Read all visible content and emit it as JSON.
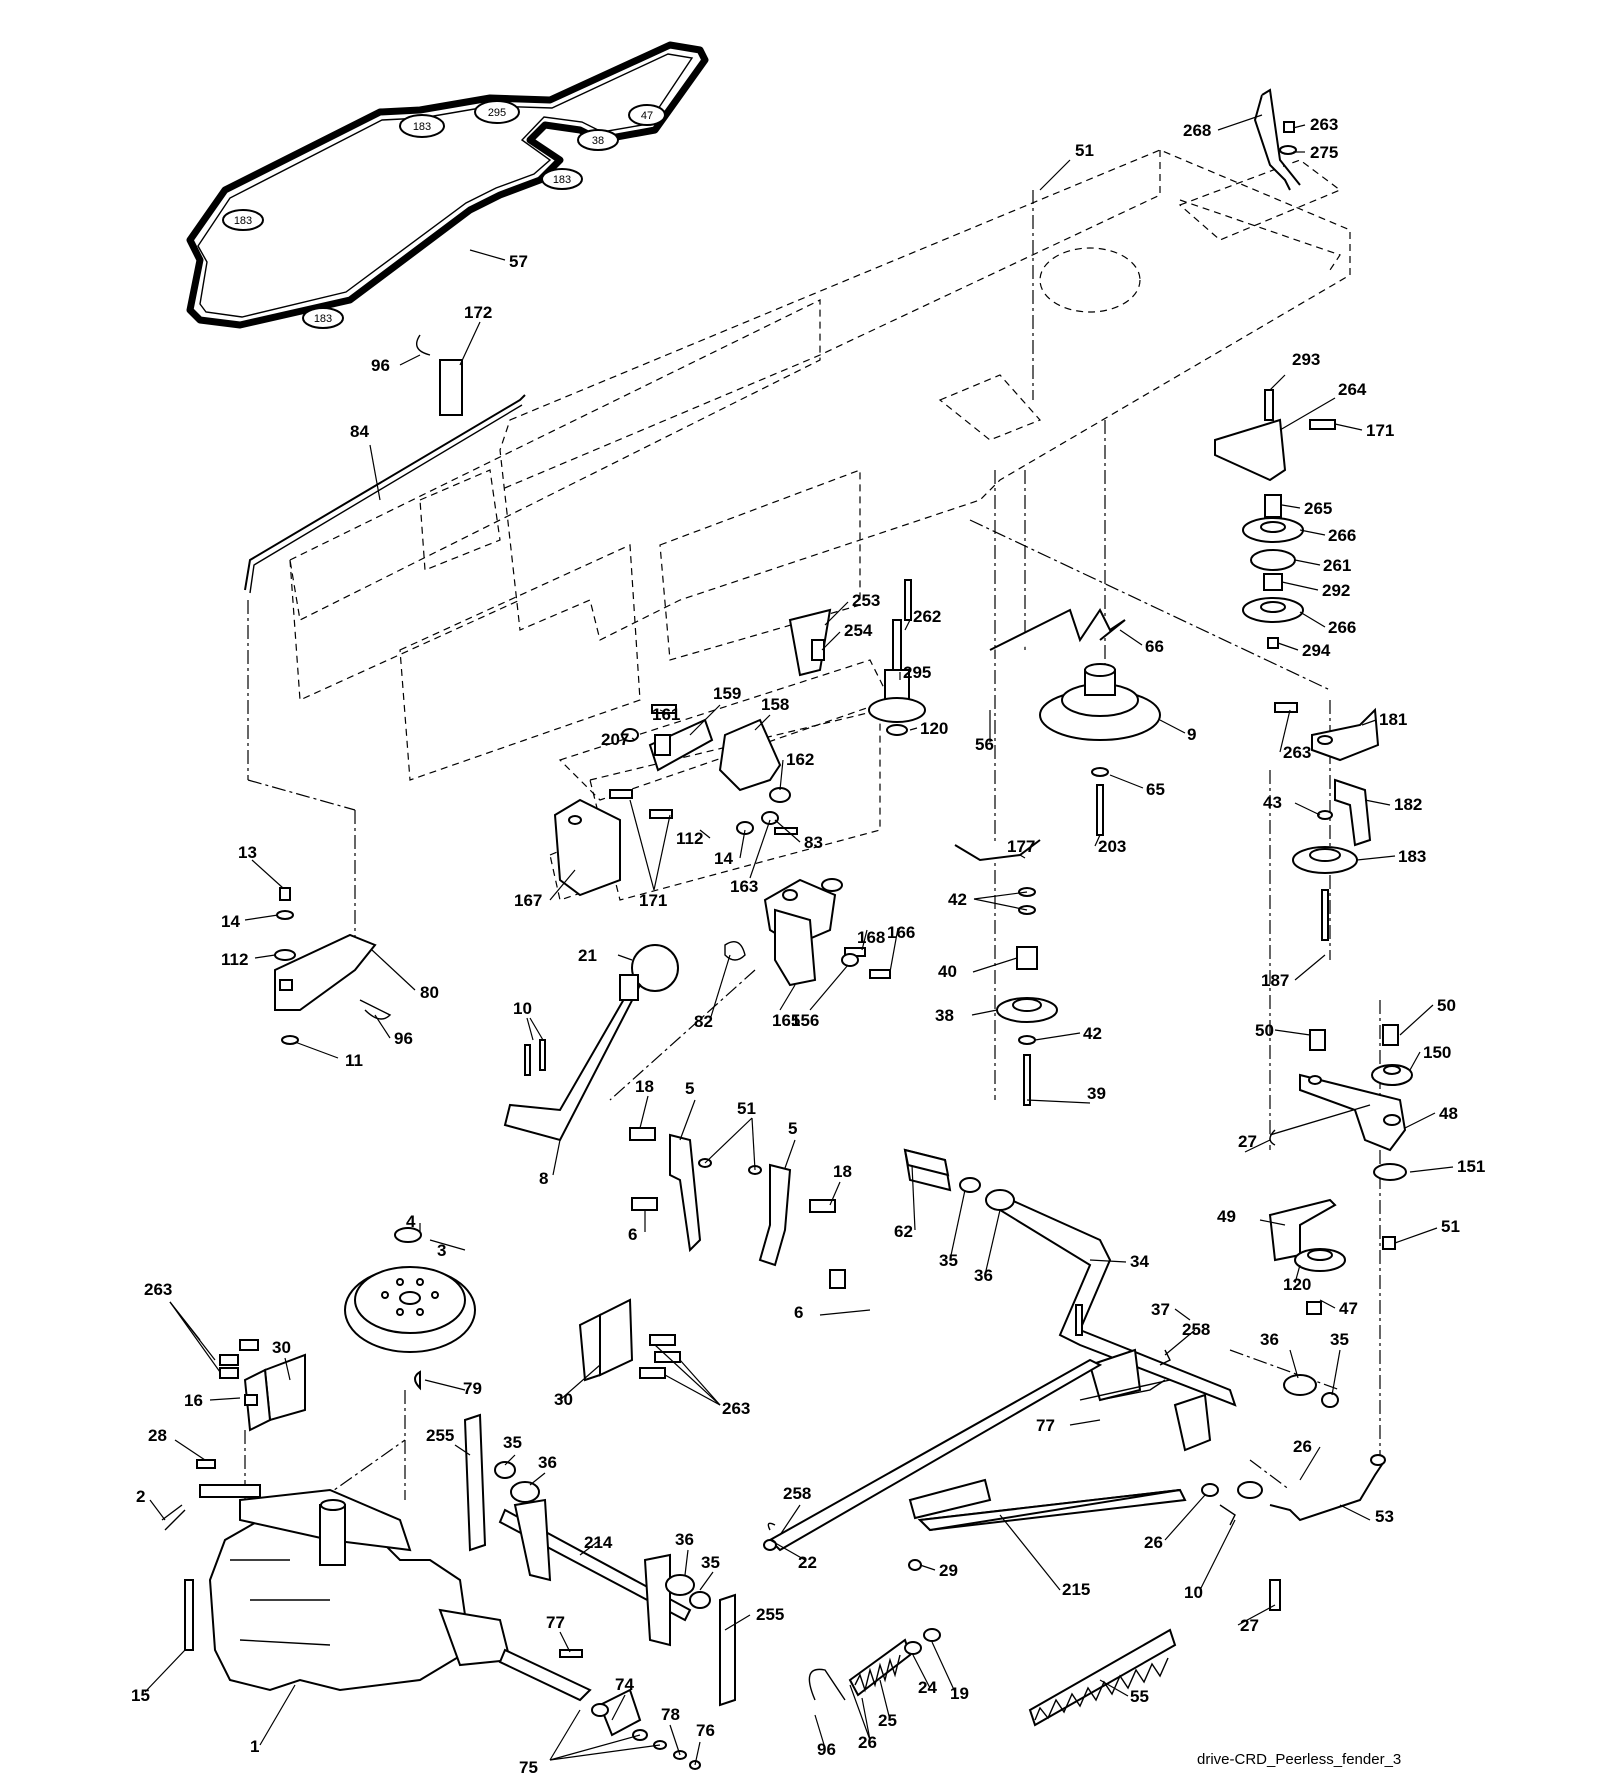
{
  "footer": {
    "code": "drive-CRD_Peerless_fender_3"
  },
  "belt_pulleys": [
    {
      "id": "bp-295",
      "label": "295"
    },
    {
      "id": "bp-47",
      "label": "47"
    },
    {
      "id": "bp-183a",
      "label": "183"
    },
    {
      "id": "bp-38",
      "label": "38"
    },
    {
      "id": "bp-183b",
      "label": "183"
    },
    {
      "id": "bp-183c",
      "label": "183"
    },
    {
      "id": "bp-183d",
      "label": "183"
    }
  ],
  "callouts": [
    "268",
    "263",
    "275",
    "51",
    "57",
    "96",
    "172",
    "84",
    "293",
    "264",
    "171",
    "265",
    "266",
    "261",
    "292",
    "266",
    "294",
    "253",
    "254",
    "262",
    "295",
    "120",
    "66",
    "56",
    "9",
    "161",
    "159",
    "158",
    "207",
    "162",
    "263",
    "181",
    "65",
    "43",
    "182",
    "112",
    "14",
    "83",
    "203",
    "183",
    "167",
    "171",
    "163",
    "177",
    "13",
    "14",
    "112",
    "80",
    "168",
    "166",
    "42",
    "40",
    "187",
    "21",
    "96",
    "82",
    "165",
    "156",
    "38",
    "42",
    "10",
    "11",
    "50",
    "50",
    "150",
    "39",
    "18",
    "5",
    "51",
    "5",
    "48",
    "27",
    "8",
    "18",
    "62",
    "151",
    "49",
    "6",
    "51",
    "4",
    "35",
    "36",
    "34",
    "120",
    "47",
    "3",
    "263",
    "30",
    "6",
    "37",
    "258",
    "36",
    "35",
    "16",
    "79",
    "30",
    "263",
    "77",
    "28",
    "26",
    "255",
    "35",
    "36",
    "2",
    "258",
    "53",
    "214",
    "36",
    "35",
    "22",
    "29",
    "26",
    "10",
    "215",
    "255",
    "27",
    "77",
    "15",
    "74",
    "24",
    "19",
    "25",
    "55",
    "1",
    "78",
    "76",
    "96",
    "26",
    "75"
  ]
}
